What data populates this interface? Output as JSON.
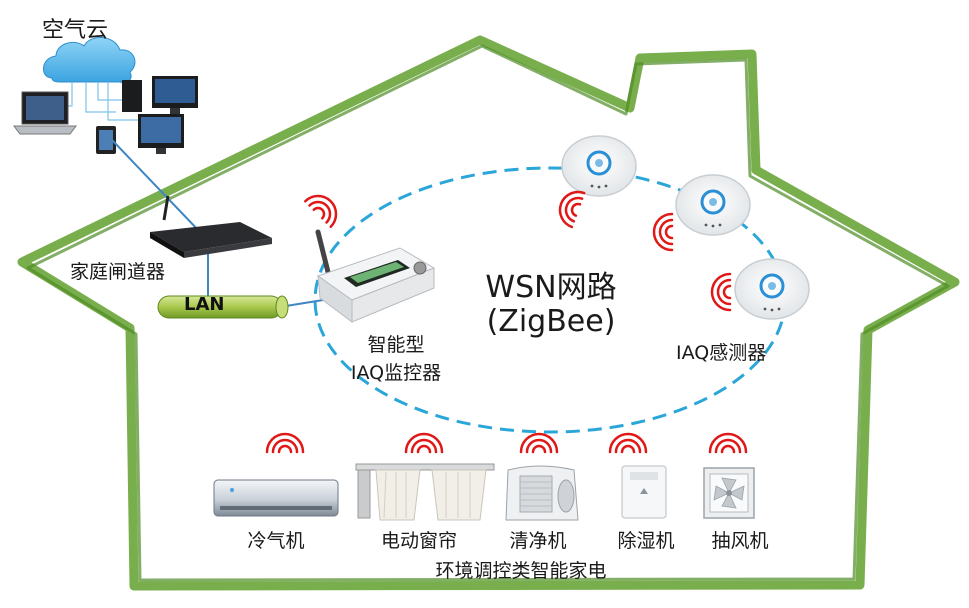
{
  "cloud": {
    "label": "空气云"
  },
  "gateway": {
    "label": "家庭闸道器"
  },
  "lan": {
    "label": "LAN"
  },
  "controller": {
    "line1": "智能型",
    "line2": "IAQ监控器"
  },
  "network": {
    "line1": "WSN网路",
    "line2": "(ZigBee)"
  },
  "sensors": {
    "label": "IAQ感测器"
  },
  "appliances": {
    "caption": "环境调控类智能家电",
    "items": [
      {
        "label": "冷气机"
      },
      {
        "label": "电动窗帘"
      },
      {
        "label": "清净机"
      },
      {
        "label": "除湿机"
      },
      {
        "label": "抽风机"
      }
    ]
  },
  "colors": {
    "house_outline": "#6aa53a",
    "network_ring": "#2aa6d8",
    "wireless_signal": "#e01818",
    "link_line": "#3f86c4",
    "cloud": "#5bb7ea",
    "lan_cable": "#8fb23e"
  }
}
